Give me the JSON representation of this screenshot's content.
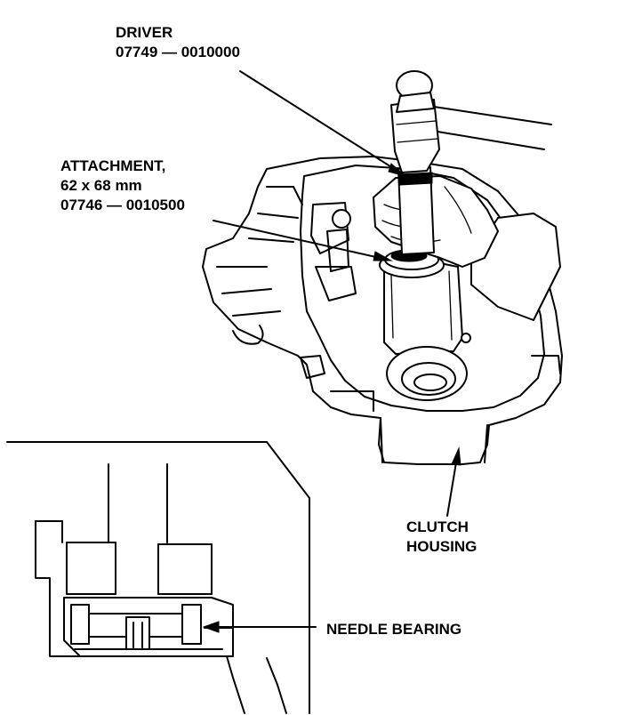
{
  "labels": {
    "driver": {
      "name": "DRIVER",
      "part_number": "07749 — 0010000"
    },
    "attachment": {
      "name": "ATTACHMENT,",
      "size": "62 x 68 mm",
      "part_number": "07746 — 0010500"
    },
    "clutch_housing": {
      "line1": "CLUTCH",
      "line2": "HOUSING"
    },
    "needle_bearing": {
      "name": "NEEDLE BEARING"
    }
  }
}
